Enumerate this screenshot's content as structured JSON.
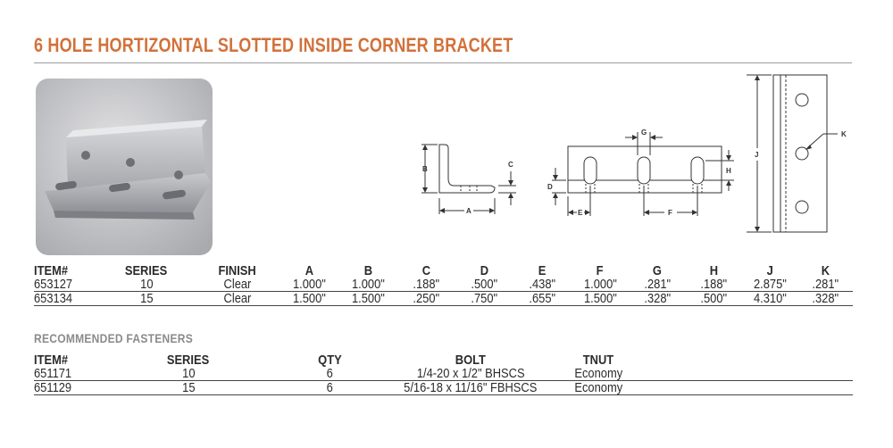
{
  "title": "6 HOLE HORTIZONTAL SLOTTED INSIDE CORNER BRACKET",
  "colors": {
    "title": "#d2713a",
    "text": "#2b2b2b",
    "rule": "#444444",
    "muted": "#8a8a8a"
  },
  "diagram_labels": {
    "a": "A",
    "b": "B",
    "c": "C",
    "d": "D",
    "e": "E",
    "f": "F",
    "g": "G",
    "h": "H",
    "j": "J",
    "k": "K"
  },
  "spec_table": {
    "headers": [
      "ITEM#",
      "SERIES",
      "FINISH",
      "A",
      "B",
      "C",
      "D",
      "E",
      "F",
      "G",
      "H",
      "J",
      "K"
    ],
    "rows": [
      [
        "653127",
        "10",
        "Clear",
        "1.000\"",
        "1.000\"",
        ".188\"",
        ".500\"",
        ".438\"",
        "1.000\"",
        ".281\"",
        ".188\"",
        "2.875\"",
        ".281\""
      ],
      [
        "653134",
        "15",
        "Clear",
        "1.500\"",
        "1.500\"",
        ".250\"",
        ".750\"",
        ".655\"",
        "1.500\"",
        ".328\"",
        ".500\"",
        "4.310\"",
        ".328\""
      ]
    ]
  },
  "fasteners": {
    "title": "RECOMMENDED FASTENERS",
    "headers": [
      "ITEM#",
      "SERIES",
      "QTY",
      "BOLT",
      "TNUT"
    ],
    "rows": [
      [
        "651171",
        "10",
        "6",
        "1/4-20 x 1/2\" BHSCS",
        "Economy"
      ],
      [
        "651129",
        "15",
        "6",
        "5/16-18 x 11/16\" FBHSCS",
        "Economy"
      ]
    ]
  }
}
